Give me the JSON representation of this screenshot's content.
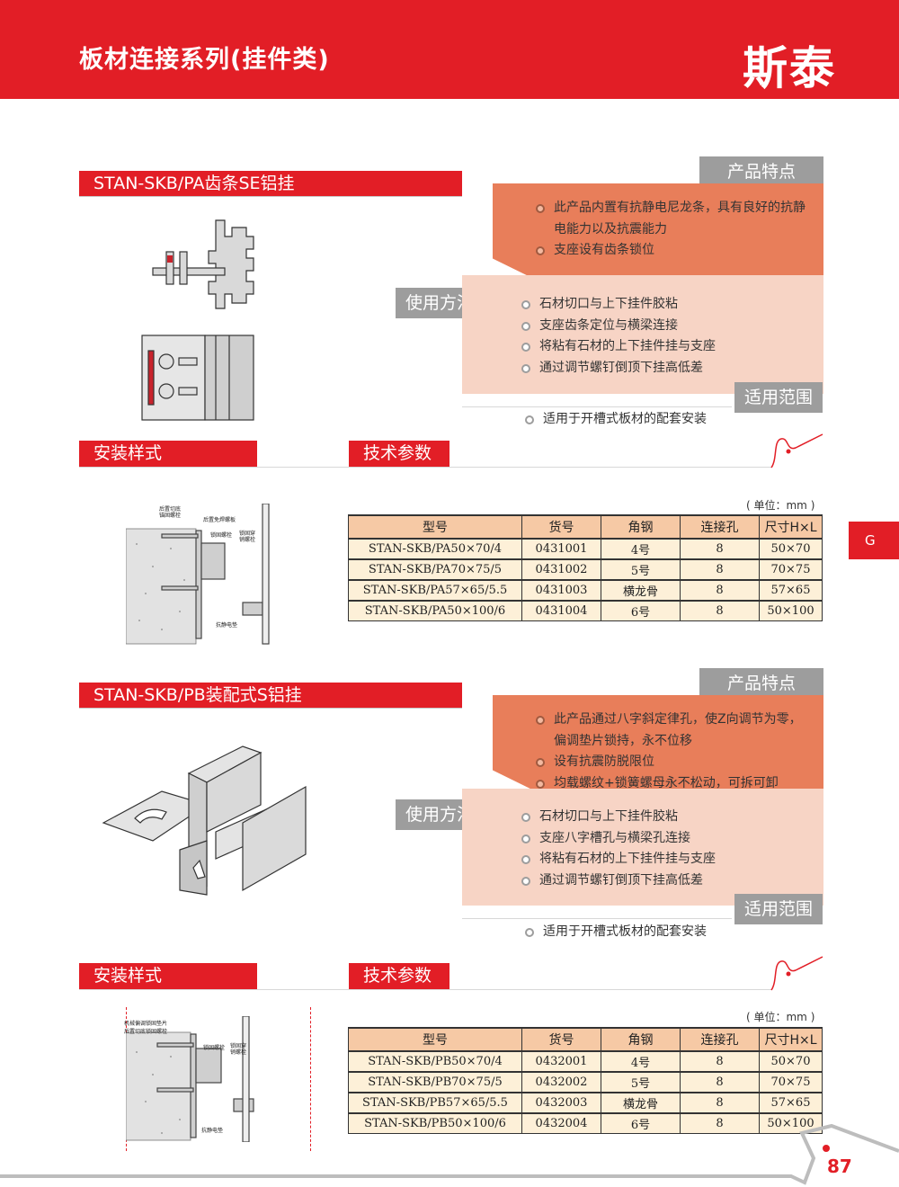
{
  "header": {
    "title": "板材连接系列(挂件类)",
    "brand": "斯泰"
  },
  "side_tab": "G",
  "page_number": "87",
  "labels": {
    "features": "产品特点",
    "usage": "使用方法",
    "scope": "适用范围",
    "install": "安装样式",
    "tech": "技术参数",
    "unit": "( 单位：mm )"
  },
  "sections": [
    {
      "title": "STAN-SKB/PA齿条SE铝挂",
      "features": [
        "此产品内置有抗静电尼龙条，具有良好的抗静电能力以及抗震能力",
        "支座设有齿条锁位"
      ],
      "usage": [
        "石材切口与上下挂件胶粘",
        "支座齿条定位与横梁连接",
        "将粘有石材的上下挂件挂与支座",
        "通过调节螺钉倒顶下挂高低差"
      ],
      "scope": [
        "适用于开槽式板材的配套安装"
      ],
      "diagram_labels": [
        "后置切底",
        "锚固螺栓",
        "后置免焊螺板",
        "锁固螺栓",
        "锁固穿",
        "销螺栓",
        "抗静电垫"
      ],
      "table": {
        "headers": [
          "型号",
          "货号",
          "角钢",
          "连接孔",
          "尺寸H×L"
        ],
        "rows": [
          [
            "STAN-SKB/PA50×70/4",
            "0431001",
            "4号",
            "8",
            "50×70"
          ],
          [
            "STAN-SKB/PA70×75/5",
            "0431002",
            "5号",
            "8",
            "70×75"
          ],
          [
            "STAN-SKB/PA57×65/5.5",
            "0431003",
            "横龙骨",
            "8",
            "57×65"
          ],
          [
            "STAN-SKB/PA50×100/6",
            "0431004",
            "6号",
            "8",
            "50×100"
          ]
        ]
      }
    },
    {
      "title": "STAN-SKB/PB装配式S铝挂",
      "features": [
        "此产品通过八字斜定律孔，使Z向调节为零，偏调垫片锁持，永不位移",
        "设有抗震防脱限位",
        "均载螺纹+锁簧螺母永不松动，可拆可卸"
      ],
      "usage": [
        "石材切口与上下挂件胶粘",
        "支座八字槽孔与横梁孔连接",
        "将粘有石材的上下挂件挂与支座",
        "通过调节螺钉倒顶下挂高低差"
      ],
      "scope": [
        "适用于开槽式板材的配套安装"
      ],
      "diagram_labels": [
        "机械偏调锁固垫片",
        "后置切底锁固螺栓",
        "锁固螺栓",
        "锁固穿",
        "销螺栓",
        "抗静电垫"
      ],
      "table": {
        "headers": [
          "型号",
          "货号",
          "角钢",
          "连接孔",
          "尺寸H×L"
        ],
        "rows": [
          [
            "STAN-SKB/PB50×70/4",
            "0432001",
            "4号",
            "8",
            "50×70"
          ],
          [
            "STAN-SKB/PB70×75/5",
            "0432002",
            "5号",
            "8",
            "70×75"
          ],
          [
            "STAN-SKB/PB57×65/5.5",
            "0432003",
            "横龙骨",
            "8",
            "57×65"
          ],
          [
            "STAN-SKB/PB50×100/6",
            "0432004",
            "6号",
            "8",
            "50×100"
          ]
        ]
      }
    }
  ],
  "colors": {
    "brand_red": "#e21e26",
    "orange": "#e87e5a",
    "pink": "#f7d4c5",
    "grey": "#9d9d9d",
    "table_head": "#f6c9a5",
    "table_cell": "#fdf0d8"
  }
}
